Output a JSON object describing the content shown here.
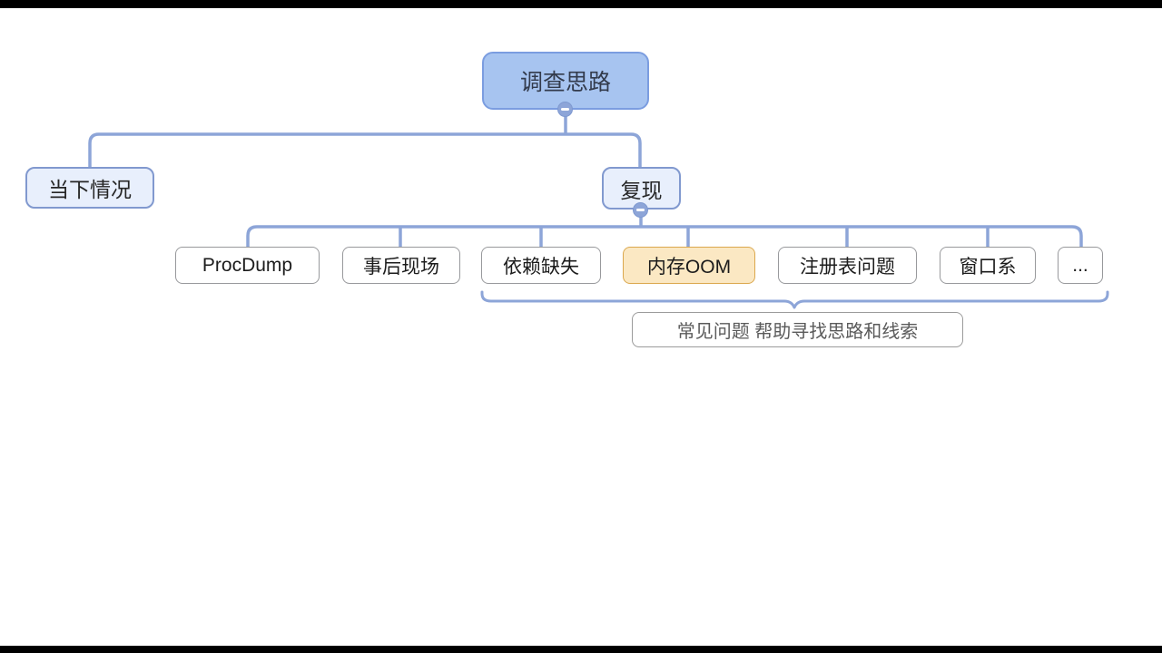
{
  "colors": {
    "line": "#8da5d8",
    "root_fill": "#a7c4f0",
    "root_border": "#7b9de0",
    "branch_fill": "#e8effc",
    "branch_border": "#8199cf",
    "topic_border": "#98999c",
    "highlight_fill": "#fbe8c3",
    "highlight_border": "#dba84e",
    "summary_text": "#5a5a5a"
  },
  "mindmap": {
    "root": {
      "label": "调查思路"
    },
    "branches": [
      {
        "label": "当下情况"
      },
      {
        "label": "复现"
      }
    ],
    "topics": [
      {
        "label": "ProcDump"
      },
      {
        "label": "事后现场"
      },
      {
        "label": "依赖缺失"
      },
      {
        "label": "内存OOM",
        "highlighted": true
      },
      {
        "label": "注册表问题"
      },
      {
        "label": "窗口系"
      },
      {
        "label": "..."
      }
    ],
    "summary": {
      "label": "常见问题 帮助寻找思路和线索"
    },
    "collapse_icon": "minus"
  }
}
